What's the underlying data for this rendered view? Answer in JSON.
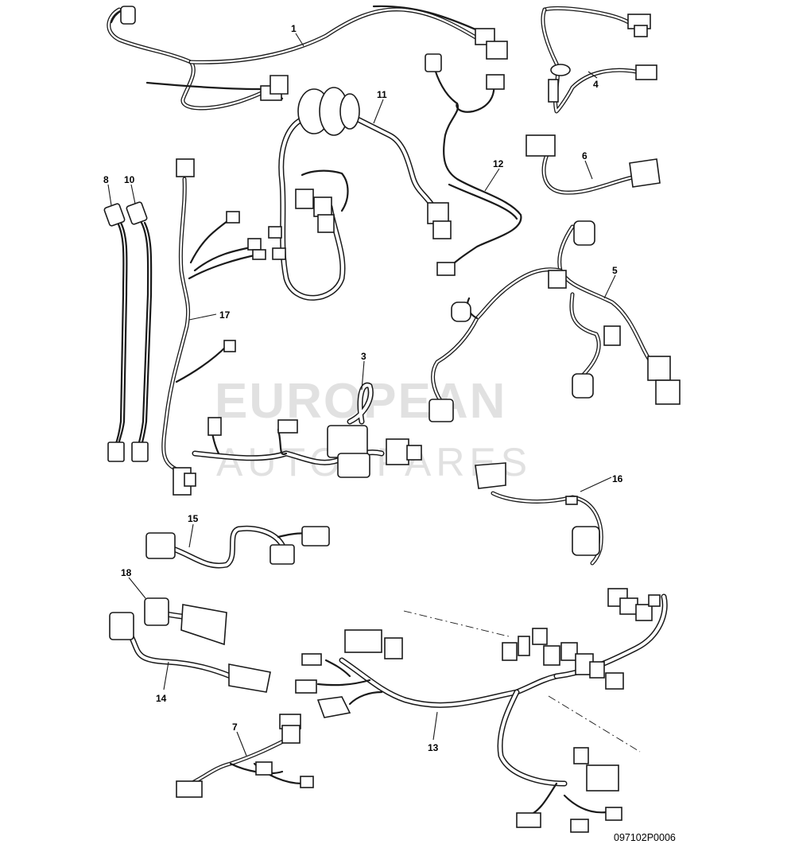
{
  "watermark": {
    "line1": "EUROPEAN",
    "line2": "AUTOSPARES"
  },
  "reference_code": "097102P0006",
  "callouts": [
    {
      "id": "label-1",
      "text": "1"
    },
    {
      "id": "label-4",
      "text": "4"
    },
    {
      "id": "label-11",
      "text": "11"
    },
    {
      "id": "label-12",
      "text": "12"
    },
    {
      "id": "label-6",
      "text": "6"
    },
    {
      "id": "label-8",
      "text": "8"
    },
    {
      "id": "label-10",
      "text": "10"
    },
    {
      "id": "label-5",
      "text": "5"
    },
    {
      "id": "label-17",
      "text": "17"
    },
    {
      "id": "label-3",
      "text": "3"
    },
    {
      "id": "label-16",
      "text": "16"
    },
    {
      "id": "label-15",
      "text": "15"
    },
    {
      "id": "label-18",
      "text": "18"
    },
    {
      "id": "label-14",
      "text": "14"
    },
    {
      "id": "label-7",
      "text": "7"
    },
    {
      "id": "label-13",
      "text": "13"
    }
  ]
}
